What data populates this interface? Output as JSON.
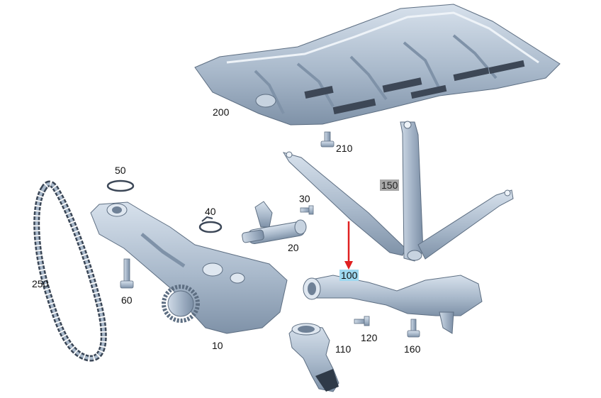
{
  "parts": [
    {
      "id": "p200",
      "label": "200"
    },
    {
      "id": "p210",
      "label": "210"
    },
    {
      "id": "p150",
      "label": "150"
    },
    {
      "id": "p50",
      "label": "50"
    },
    {
      "id": "p40",
      "label": "40"
    },
    {
      "id": "p30",
      "label": "30"
    },
    {
      "id": "p20",
      "label": "20"
    },
    {
      "id": "p250",
      "label": "250"
    },
    {
      "id": "p60",
      "label": "60"
    },
    {
      "id": "p100",
      "label": "100"
    },
    {
      "id": "p120",
      "label": "120"
    },
    {
      "id": "p160",
      "label": "160"
    },
    {
      "id": "p110",
      "label": "110"
    },
    {
      "id": "p10",
      "label": "10"
    }
  ],
  "colors": {
    "part_fill": "#a9b9cb",
    "part_shade": "#7f92a8",
    "part_light": "#d3deea",
    "outline": "#5d6e82",
    "arrow": "#e02020",
    "highlight": "#9ed8f0",
    "dim_label": "#a8a8a8"
  },
  "selected": "100"
}
